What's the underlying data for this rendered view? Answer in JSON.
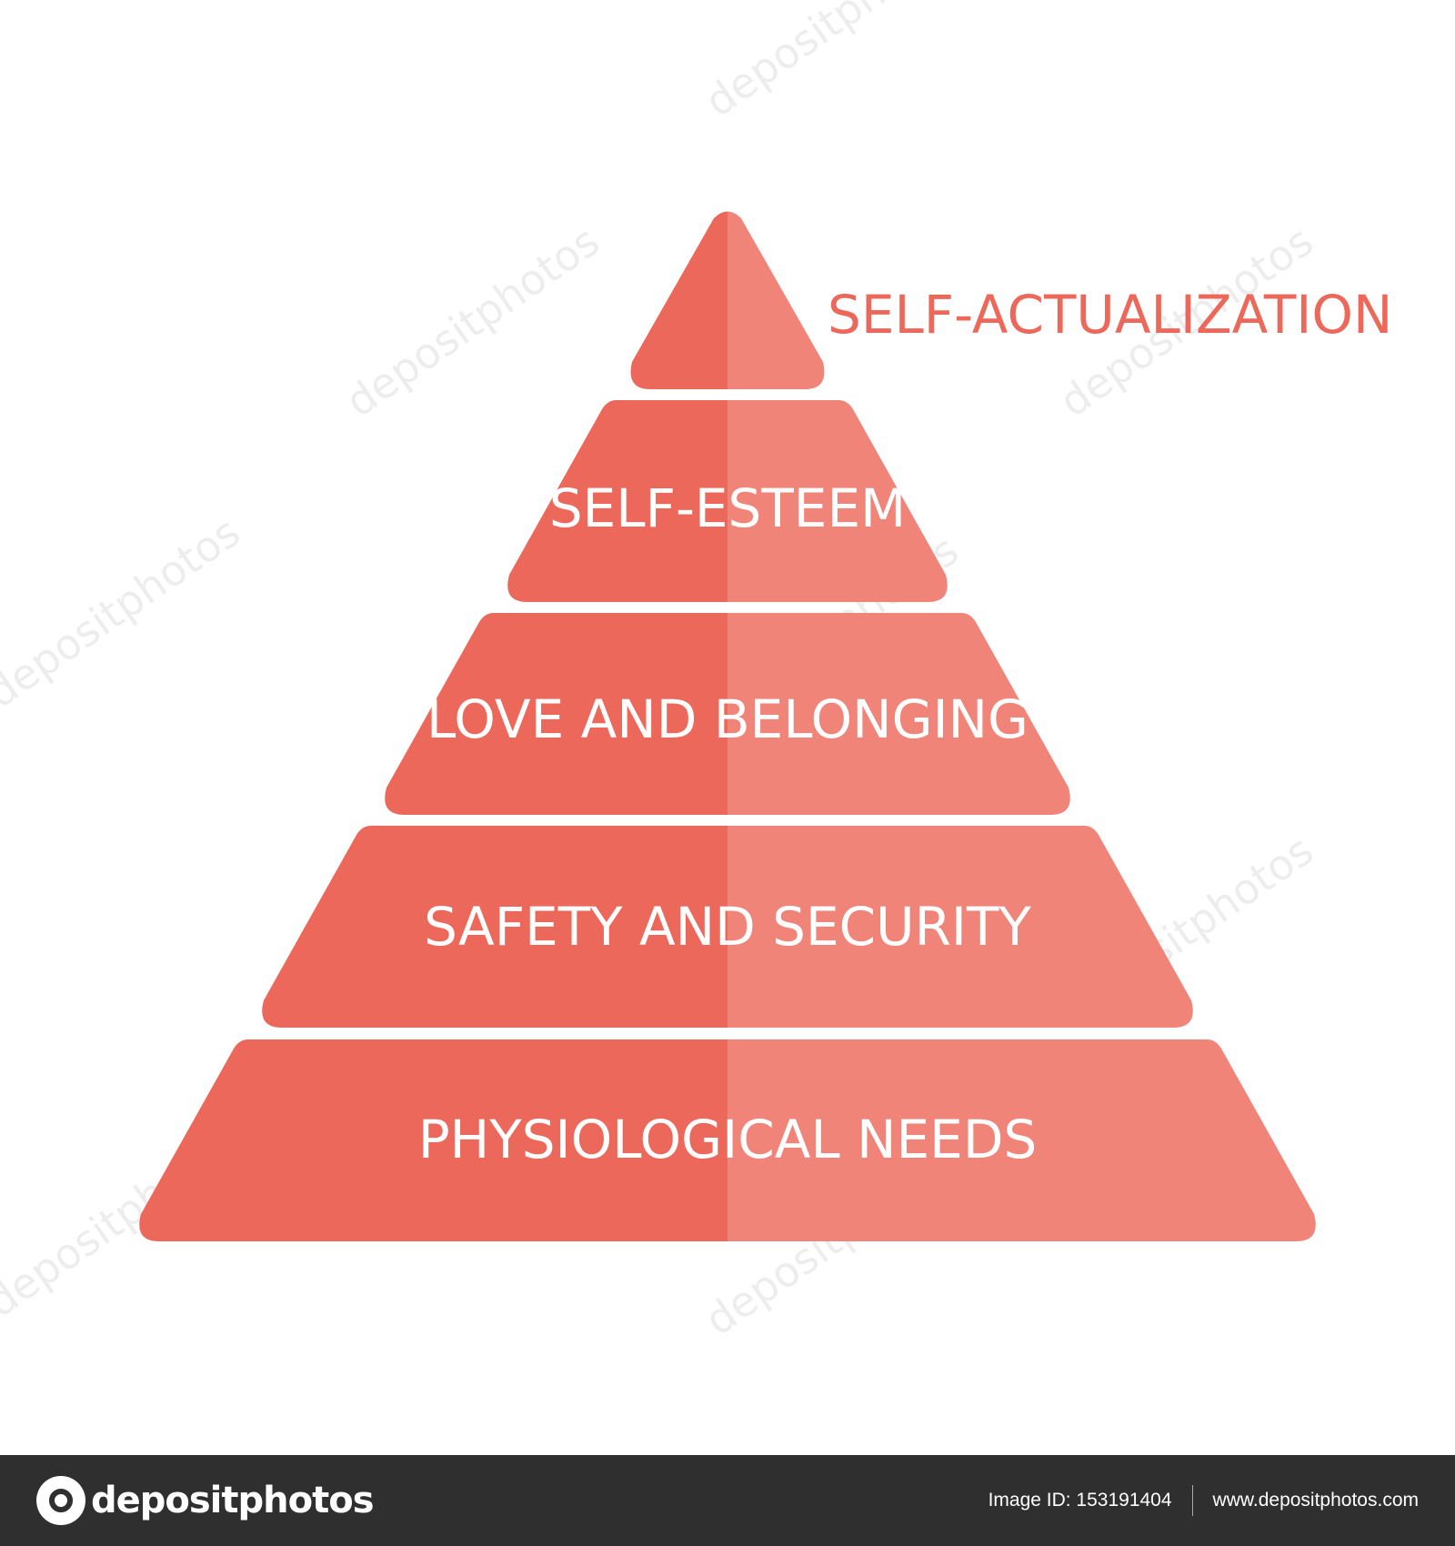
{
  "diagram": {
    "tiers": [
      {
        "label": ""
      },
      {
        "label": "SELF-ESTEEM"
      },
      {
        "label": "LOVE AND BELONGING"
      },
      {
        "label": "SAFETY AND SECURITY"
      },
      {
        "label": "PHYSIOLOGICAL NEEDS"
      }
    ],
    "side_label": "SELF-ACTUALIZATION",
    "colors": {
      "left_half": "#ec685a",
      "right_half": "#f08478",
      "label_text": "#ffffff",
      "side_label": "#ec685a"
    }
  },
  "watermark": {
    "text": "depositphotos"
  },
  "footer": {
    "brand": "depositphotos",
    "brand_icon": "depositphotos-logo-icon",
    "image_id": "Image ID: 153191404",
    "site": "www.depositphotos.com"
  }
}
